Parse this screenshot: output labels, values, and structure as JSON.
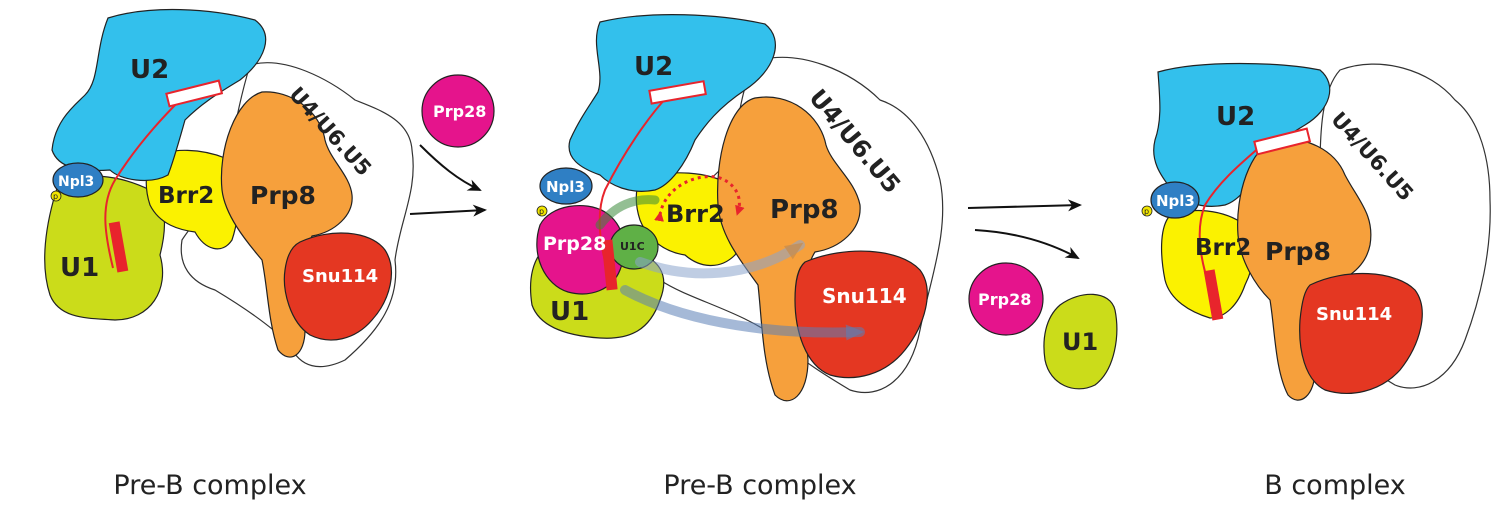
{
  "colors": {
    "U2": "#33c0ec",
    "U1": "#cbdc1a",
    "Brr2": "#fbf200",
    "Prp8": "#f6a03c",
    "Snu114": "#e43722",
    "Npl3": "#2f7fc4",
    "Prp28": "#e5148c",
    "U1C": "#5fb046",
    "phospho": "#f2e600",
    "rna": "#e8242c",
    "outline": "#222222"
  },
  "labels": {
    "U2": "U2",
    "U1": "U1",
    "Brr2": "Brr2",
    "Prp8": "Prp8",
    "Snu114": "Snu114",
    "Npl3": "Npl3",
    "Prp28": "Prp28",
    "U1C": "U1C",
    "U4U6U5": "U4/U6.U5",
    "phospho": "p"
  },
  "captions": {
    "panel1": "Pre-B complex",
    "panel2": "Pre-B complex",
    "panel3": "B complex"
  }
}
